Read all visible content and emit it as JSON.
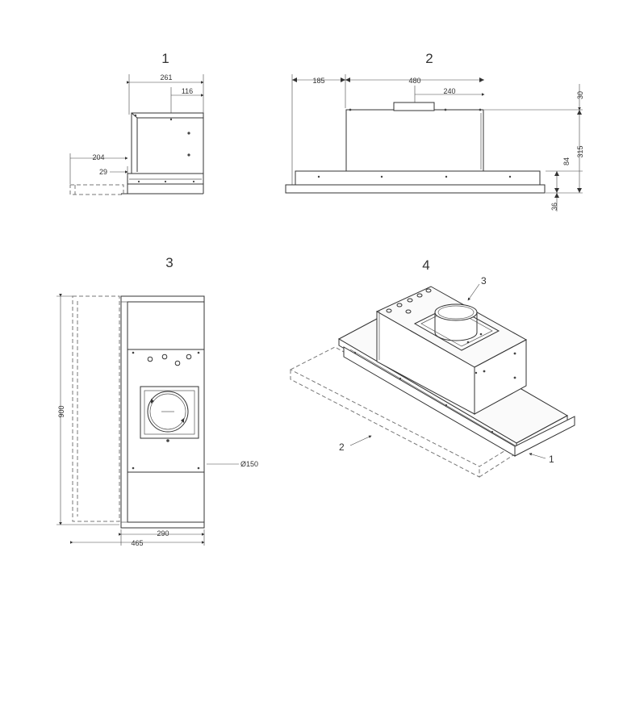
{
  "views": [
    {
      "number": "1"
    },
    {
      "number": "2"
    },
    {
      "number": "3"
    },
    {
      "number": "4"
    }
  ],
  "dimensions": {
    "view1": {
      "width": "261",
      "offset": "116",
      "depth": "204",
      "lip": "29"
    },
    "view2": {
      "left": "185",
      "duct": "480",
      "center": "240",
      "top": "30",
      "height": "315",
      "frame": "84",
      "bottom": "36"
    },
    "view3": {
      "height": "900",
      "width": "290",
      "total": "465",
      "duct_diameter": "Ø150"
    }
  },
  "callouts": {
    "part1": "1",
    "part2": "2",
    "part3": "3"
  }
}
